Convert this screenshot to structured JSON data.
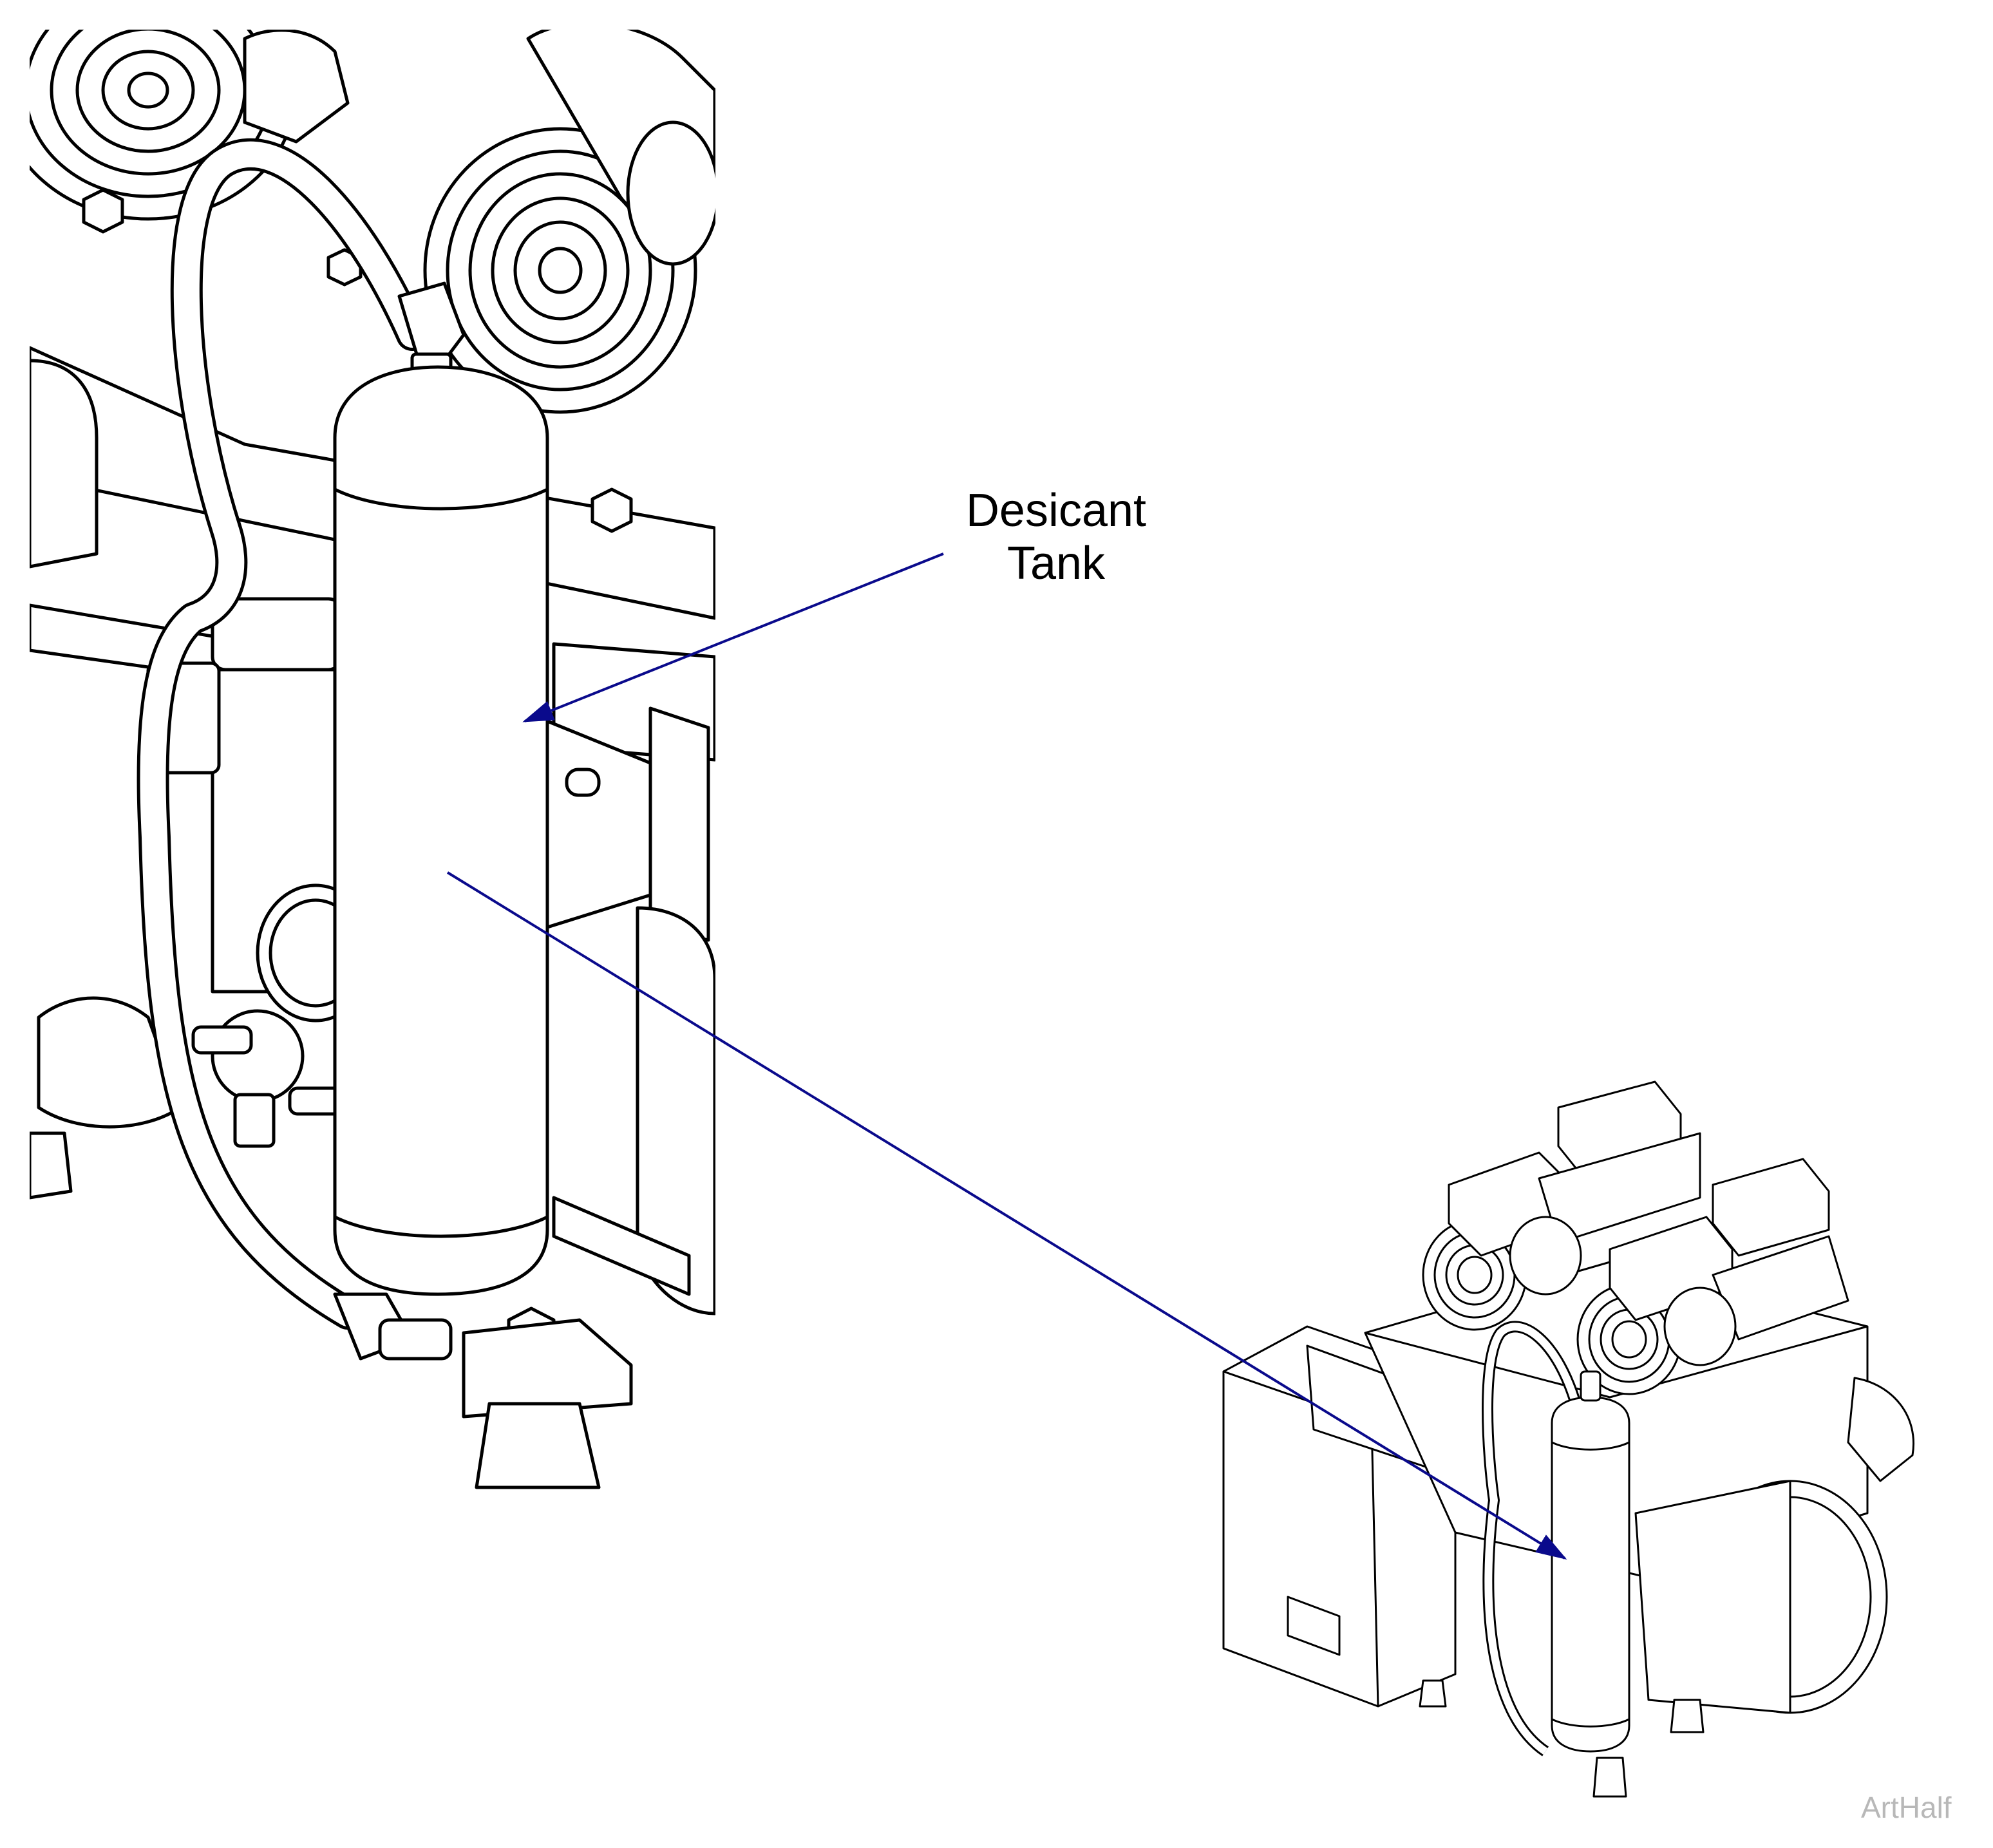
{
  "callout": {
    "label_line1": "Desicant",
    "label_line2": "Tank",
    "color": "#0a0a8c"
  },
  "watermark": {
    "text": "ArtHalf",
    "color": "#b8b8b8"
  },
  "colors": {
    "line_art": "#000000",
    "background": "#ffffff"
  }
}
